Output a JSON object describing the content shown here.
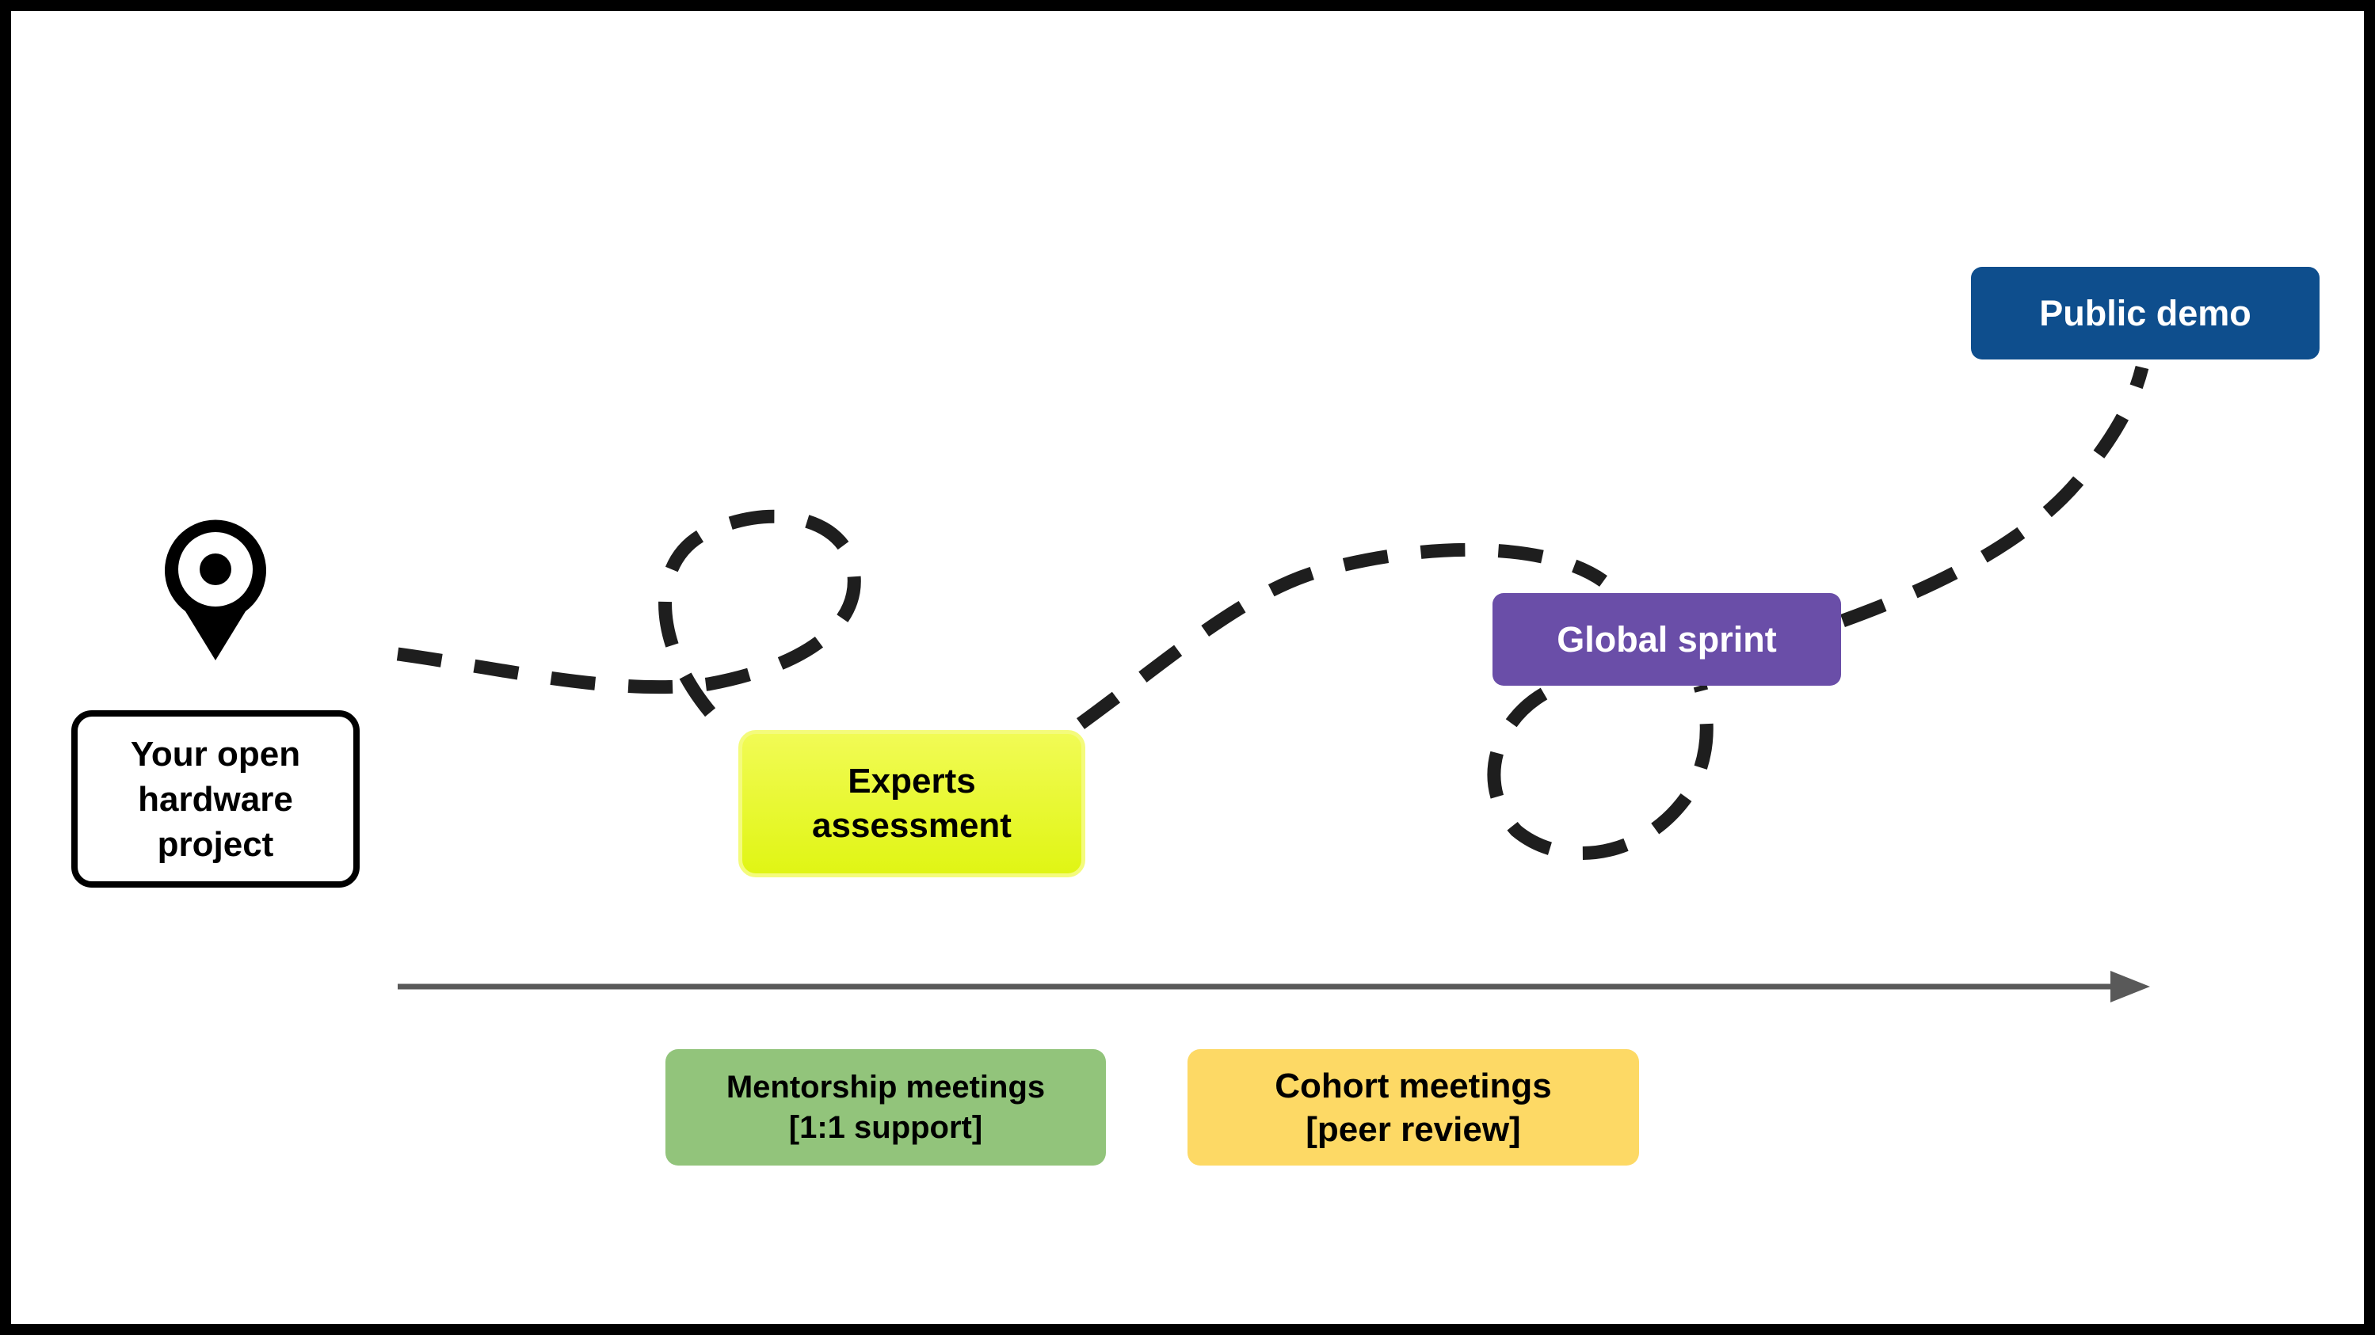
{
  "diagram": {
    "start": {
      "label": "Your open\nhardware\nproject"
    },
    "experts": {
      "label": "Experts\nassessment"
    },
    "sprint": {
      "label": "Global sprint"
    },
    "demo": {
      "label": "Public demo"
    },
    "mentorship": {
      "label": "Mentorship meetings\n[1:1 support]"
    },
    "cohort": {
      "label": "Cohort meetings\n[peer review]"
    },
    "icons": [
      "map-pin-icon",
      "timeline-arrow"
    ],
    "colors": {
      "path": "#1e1e1e",
      "timeline": "#595959",
      "experts": "#e6f72a",
      "sprint": "#6a4ea8",
      "demo": "#0e4e8d",
      "mentorship": "#92c47b",
      "cohort": "#fdd965"
    }
  }
}
